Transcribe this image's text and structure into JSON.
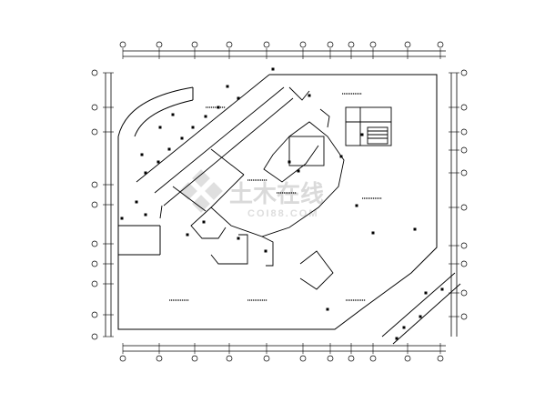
{
  "drawing": {
    "type": "architectural floor plan (CAD, electrical/fire layout)",
    "background": "#ffffff",
    "line_color": "#000000"
  },
  "watermark": {
    "text_primary": "土木在线",
    "text_secondary": "COI88.COM",
    "color": "#d7d7d7"
  },
  "room_labels": [
    "",
    "",
    "",
    "",
    "",
    "",
    "",
    ""
  ]
}
